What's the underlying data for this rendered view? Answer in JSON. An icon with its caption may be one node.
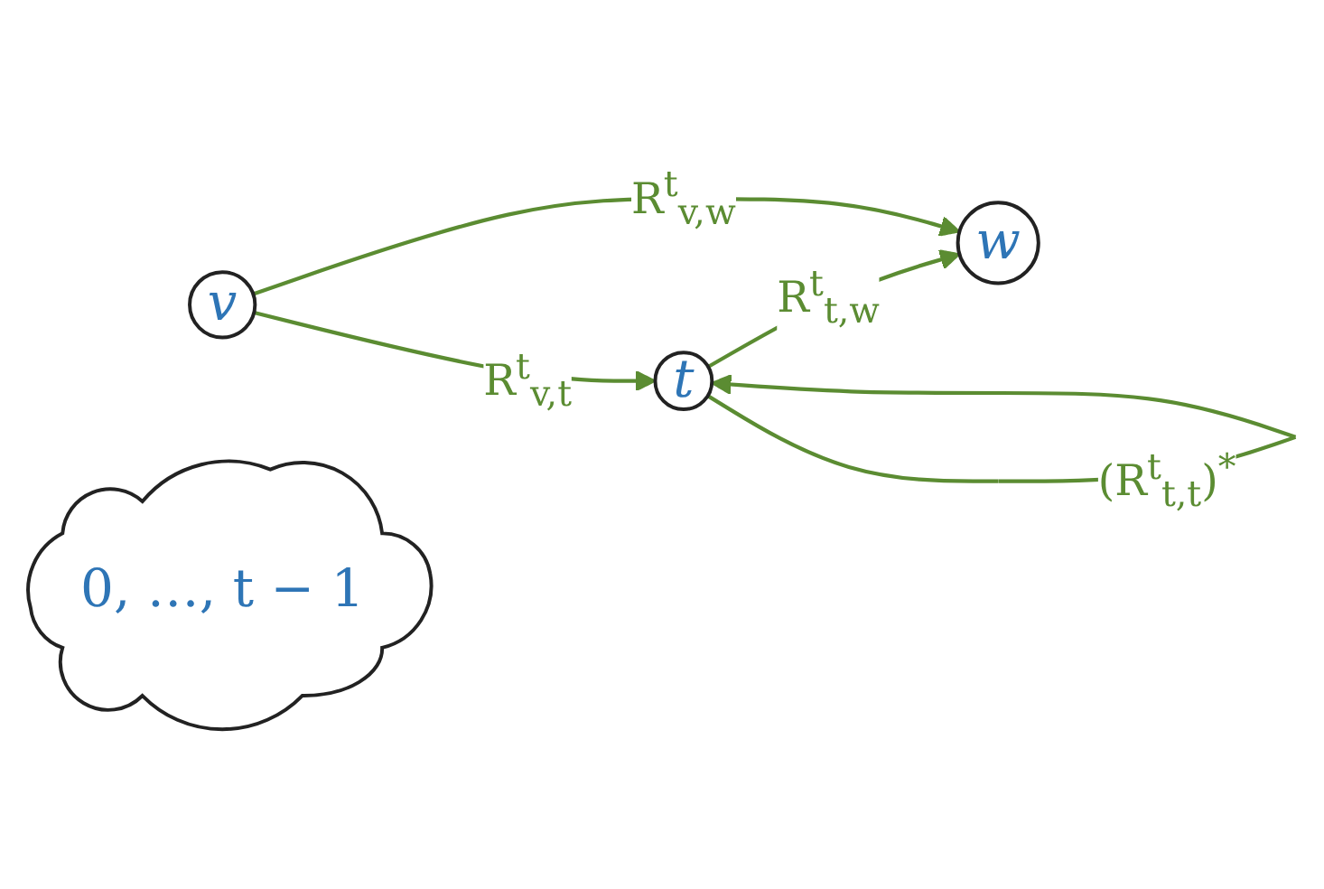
{
  "diagram": {
    "nodes": [
      {
        "text": [
          "t"
        ]
      },
      {
        "text": [
          "v"
        ]
      },
      {
        "text": [
          "0, …, t − 1"
        ]
      },
      {
        "text": [
          "w"
        ]
      }
    ],
    "edges": [
      {
        "from": 1,
        "to": 0,
        "arrow": "to",
        "label": "R$^{t}$$_{v,t}$",
        "color": "#5b8c32"
      },
      {
        "from": 0,
        "to": 0,
        "arrow": "to",
        "label": "(R$^{t}$$_{t,t}$)$^{*}$",
        "color": "#5b8c32"
      },
      {
        "from": 0,
        "to": 3,
        "arrow": "to",
        "label": "R$^{t}$$_{t,w}$",
        "color": "#5b8c32"
      },
      {
        "from": 1,
        "to": 3,
        "arrow": "to",
        "label": "R$^{t}$$_{v,w}$",
        "color": "#5b8c32"
      }
    ]
  }
}
